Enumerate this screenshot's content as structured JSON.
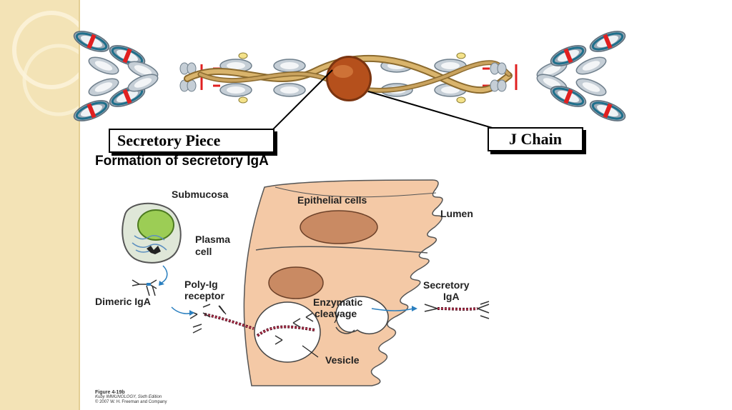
{
  "top_diagram": {
    "secretory_piece_label": "Secretory Piece",
    "j_chain_label": "J Chain"
  },
  "figure": {
    "title": "Formation of secretory IgA",
    "labels": {
      "submucosa": "Submucosa",
      "epithelial_cells": "Epithelial cells",
      "lumen": "Lumen",
      "plasma": "Plasma",
      "cell": "cell",
      "poly_ig_1": "Poly-Ig",
      "poly_ig_2": "receptor",
      "dimeric_iga": "Dimeric IgA",
      "enzymatic_1": "Enzymatic",
      "enzymatic_2": "cleavage",
      "secretory_1": "Secretory",
      "secretory_2": "IgA",
      "vesicle": "Vesicle"
    },
    "caption": {
      "line1": "Figure 4-19b",
      "line2": "Kuby IMMUNOLOGY, Sixth Edition",
      "line3": "© 2007 W. H. Freeman and Company"
    }
  },
  "colors": {
    "side_panel": "#f3e3b6",
    "tissue": "#f4c9a6",
    "nucleus": "#c98a63",
    "j_chain": "#b5501c",
    "secretory_piece": "#c9a35f",
    "heavy_chain": "#1f6f8b",
    "light_chain": "#8da3b4",
    "disulfide": "#e02020",
    "plasma_nucleus": "#9ccd55"
  }
}
